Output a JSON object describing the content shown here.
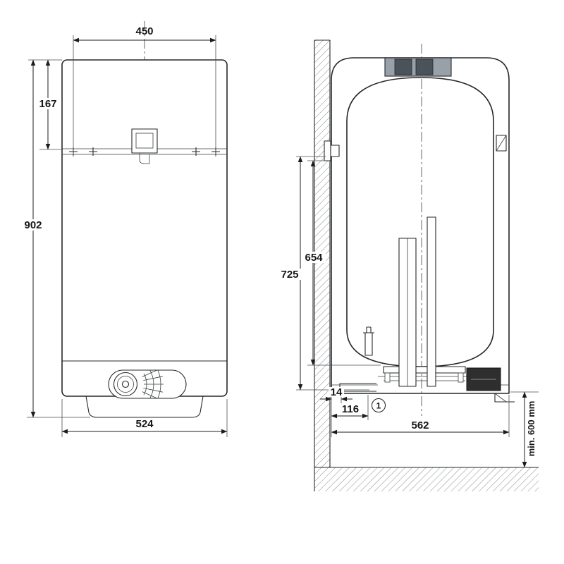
{
  "front_view": {
    "dim_top_width": "450",
    "dim_bracket_height": "167",
    "dim_total_height": "902",
    "dim_bottom_width": "524"
  },
  "section_view": {
    "dim_725": "725",
    "dim_654": "654",
    "dim_14": "14",
    "dim_116": "116",
    "dim_562": "562",
    "callout": "1",
    "min_clearance": "min. 600 mm"
  }
}
